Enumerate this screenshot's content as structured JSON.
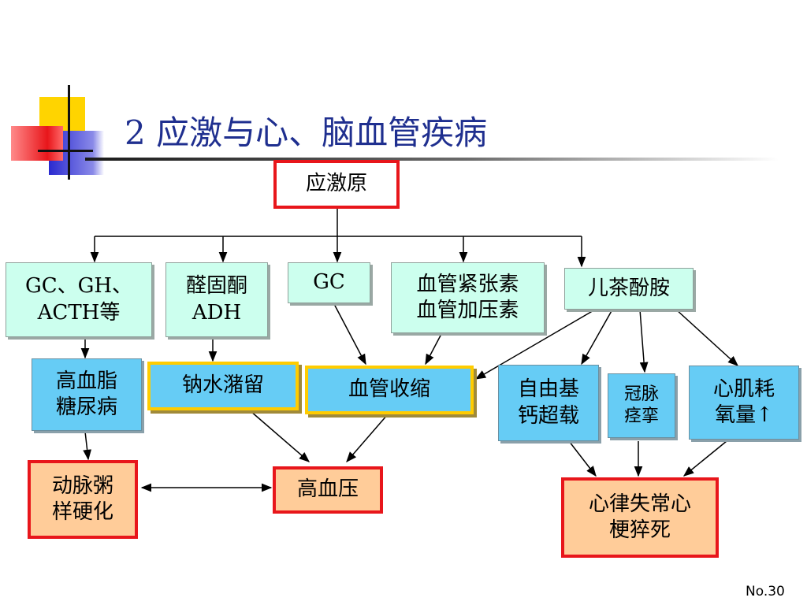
{
  "title": "2  应激与心、脑血管疾病",
  "page_number": "No.30",
  "nodes": {
    "stressor": "应激原",
    "gc_gh_acth": [
      "GC、GH、",
      "ACTH等"
    ],
    "aldosterone_adh": [
      "醛固酮",
      "ADH"
    ],
    "gc": "GC",
    "angiotensin_vasopressin": [
      "血管紧张素",
      "血管加压素"
    ],
    "catecholamine": "儿茶酚胺",
    "hyperlipidemia_diabetes": [
      "高血脂",
      "糖尿病"
    ],
    "sodium_water_retention": "钠水潴留",
    "vasoconstriction": "血管收缩",
    "free_radical_overload": [
      "自由基",
      "钙超载"
    ],
    "coronary_spasm": [
      "冠脉",
      "痉挛"
    ],
    "myocardial_oxygen_consumption": [
      "心肌耗",
      "氧量↑"
    ],
    "atherosclerosis": [
      "动脉粥",
      "样硬化"
    ],
    "hypertension": "高血压",
    "arrhythmia_sudden_death": [
      "心律失常心",
      "梗猝死"
    ]
  },
  "colors": {
    "title": "#1f2f8f",
    "mint_box": "#ccffee",
    "cyan_box": "#66ccf5",
    "gold_border": "#ffcc00",
    "red_border": "#e8161b",
    "peach_box": "#ffcc99"
  }
}
